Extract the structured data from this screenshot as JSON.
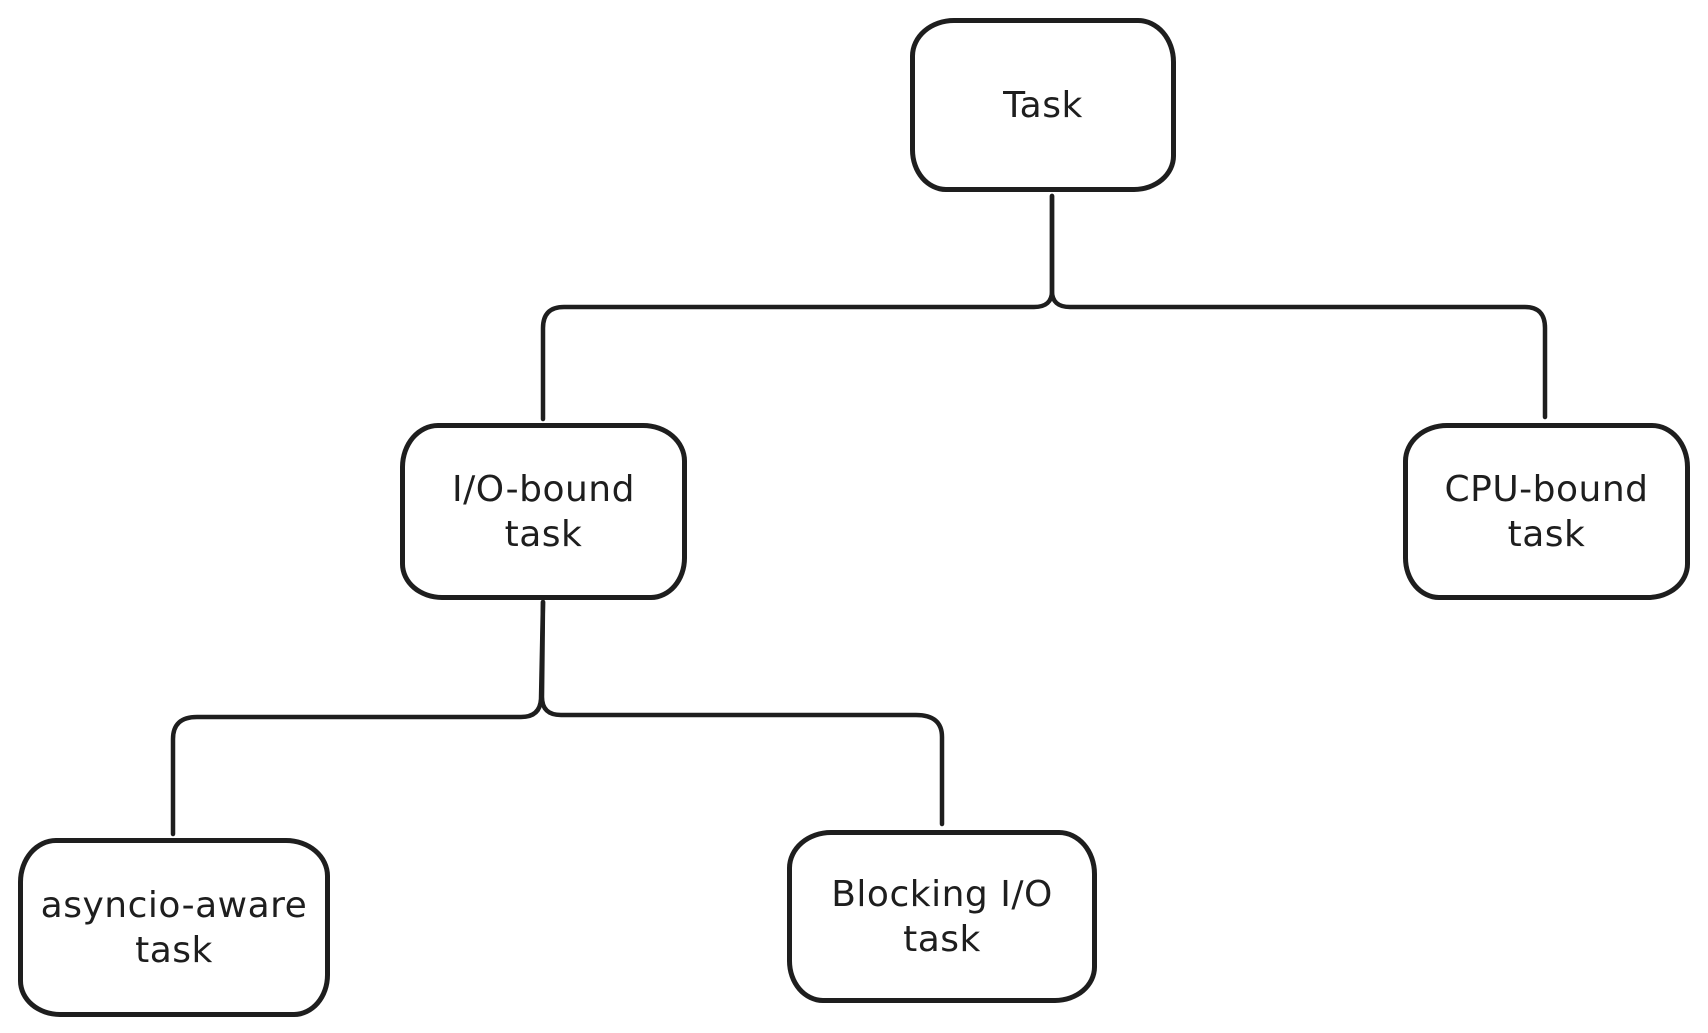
{
  "colors": {
    "background": "#ffffff",
    "stroke": "#1e1e1e",
    "text": "#1e1e1e",
    "node_fill": "#ffffff"
  },
  "nodes": {
    "task": {
      "lines": [
        "Task"
      ]
    },
    "io_bound": {
      "lines": [
        "I/O-bound",
        "task"
      ]
    },
    "cpu_bound": {
      "lines": [
        "CPU-bound",
        "task"
      ]
    },
    "asyncio_aware": {
      "lines": [
        "asyncio-aware",
        "task"
      ]
    },
    "blocking_io": {
      "lines": [
        "Blocking I/O",
        "task"
      ]
    }
  },
  "edges": [
    {
      "from": "Task",
      "to": "I/O-bound task"
    },
    {
      "from": "Task",
      "to": "CPU-bound task"
    },
    {
      "from": "I/O-bound task",
      "to": "asyncio-aware task"
    },
    {
      "from": "I/O-bound task",
      "to": "Blocking I/O task"
    }
  ]
}
